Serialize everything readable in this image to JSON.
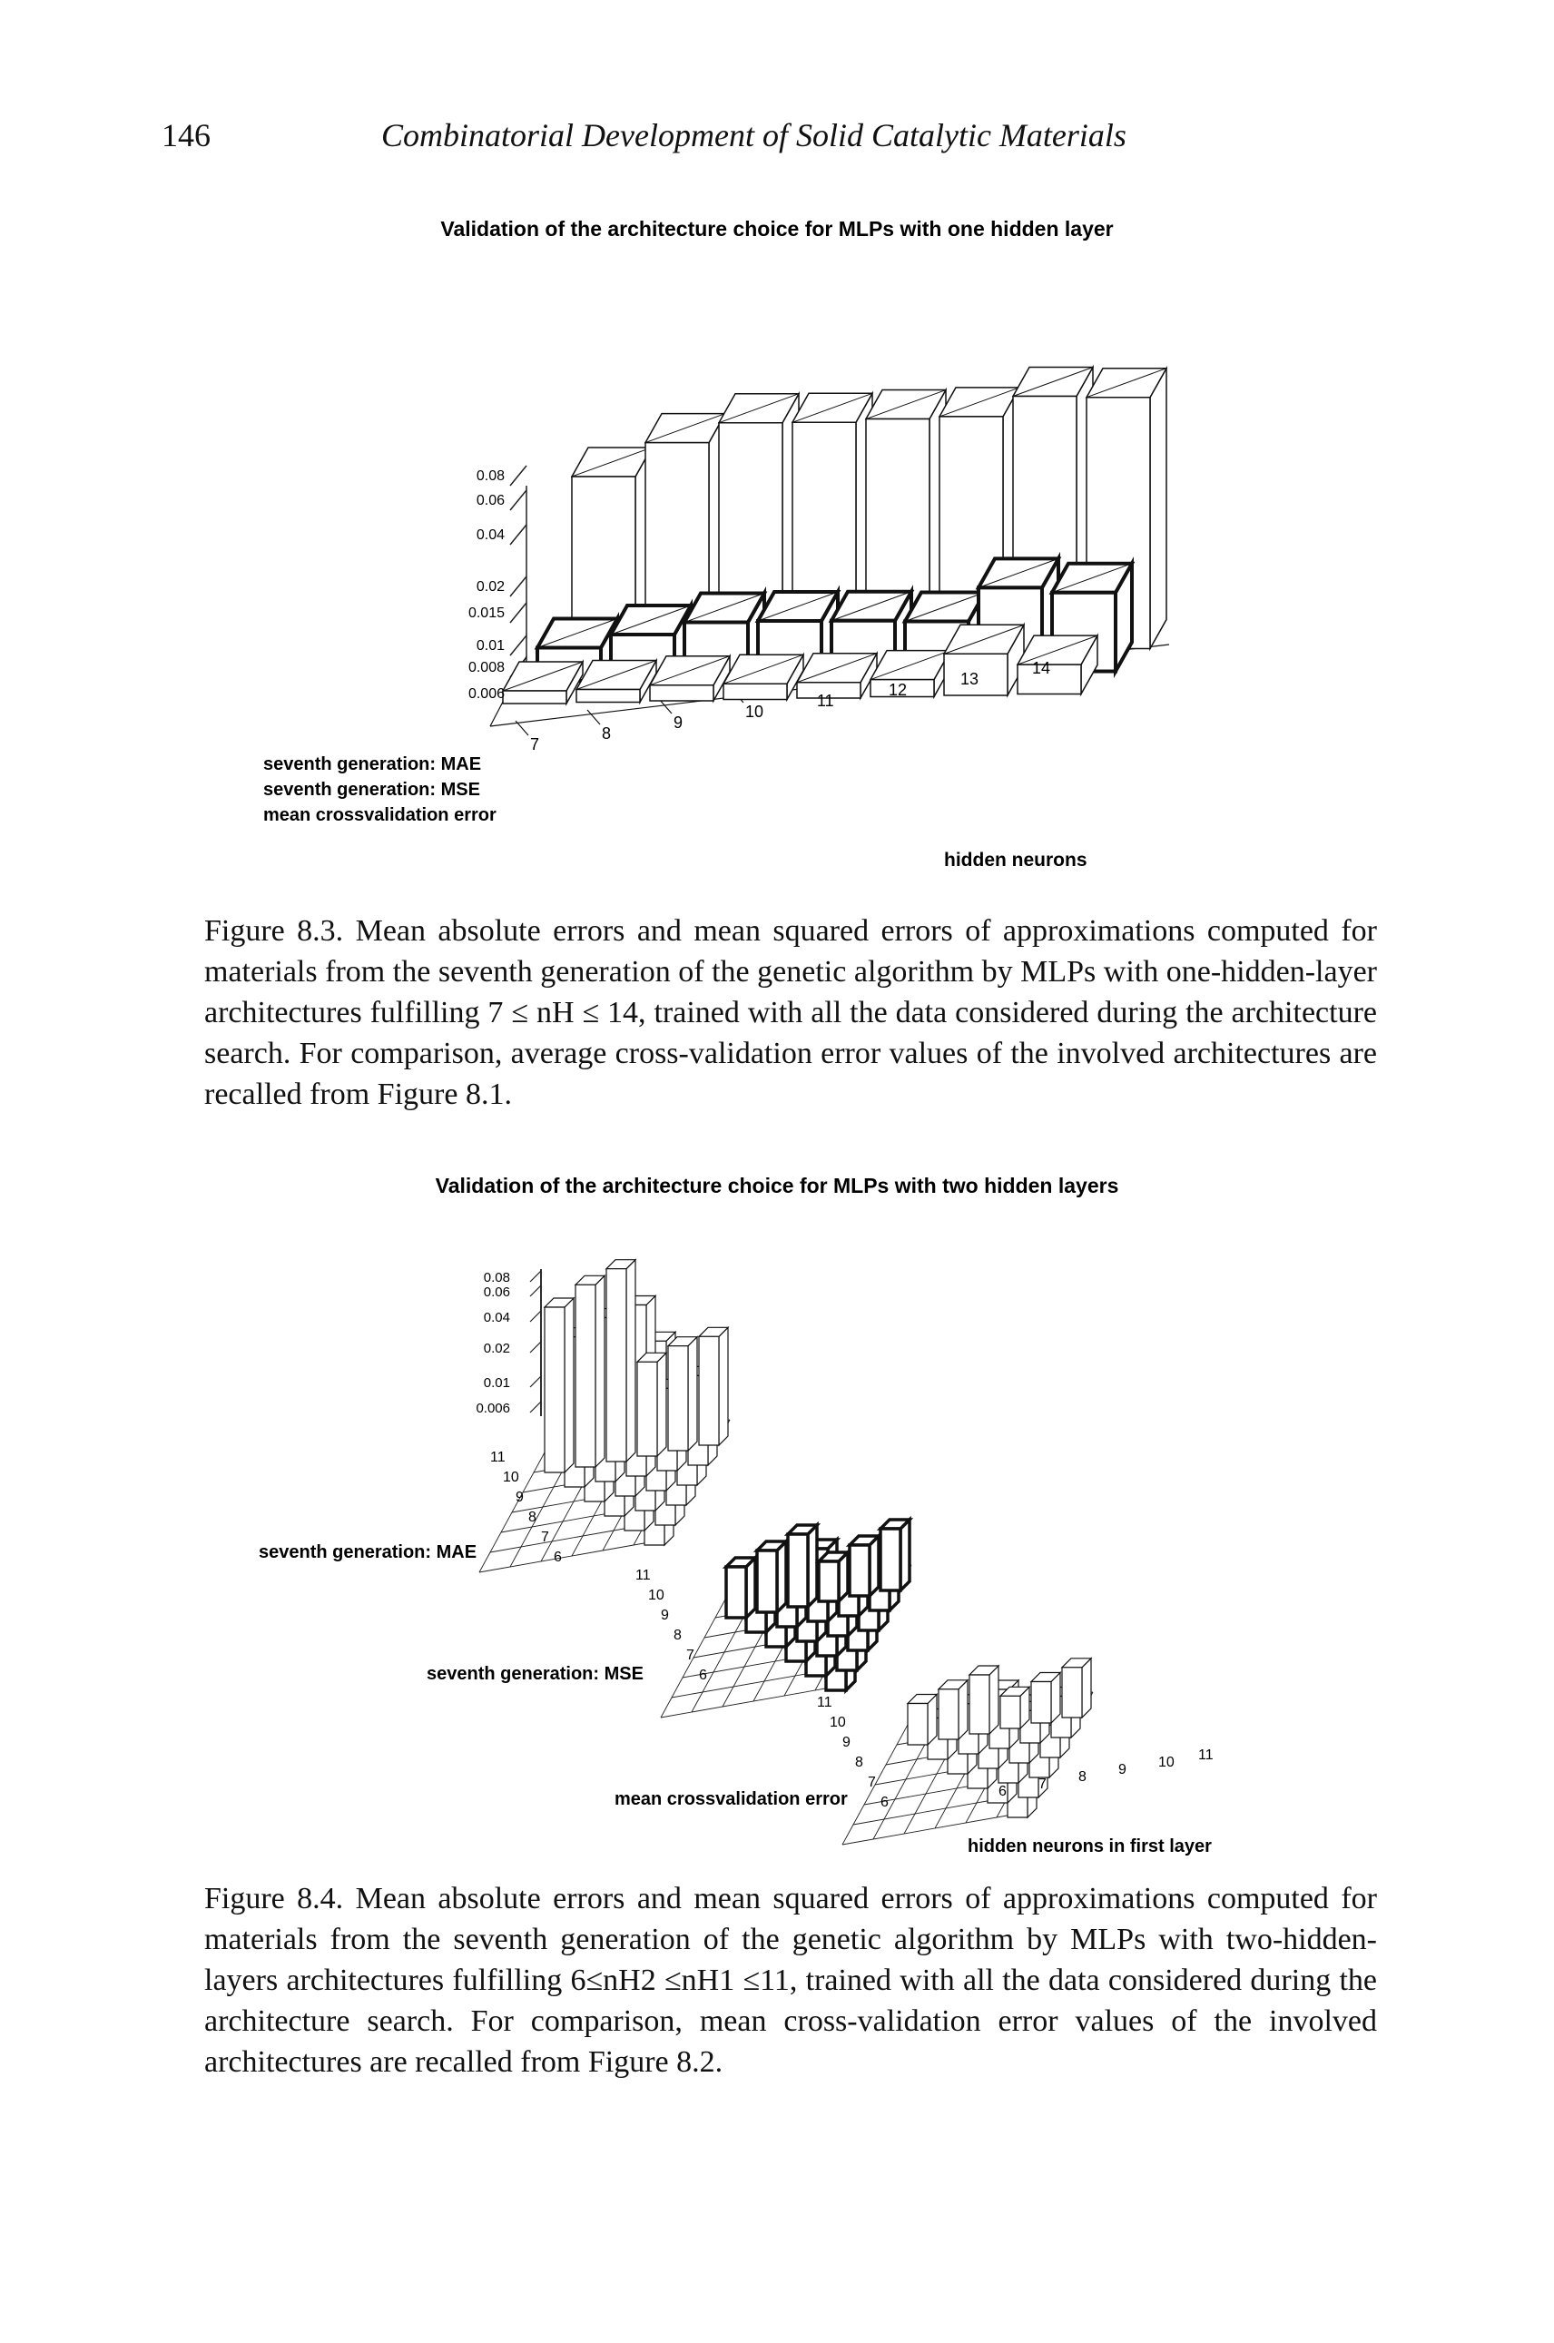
{
  "header": {
    "page_number": "146",
    "running_title": "Combinatorial Development of Solid Catalytic Materials"
  },
  "figure1": {
    "caption": "Figure 8.3. Mean absolute errors and mean squared errors of approximations computed for materials from the seventh generation of the genetic algorithm by MLPs with one-hidden-layer architectures fulfilling 7 ≤ nH ≤ 14, trained with all the data considered during the architecture search. For comparison, average cross-validation error values of the involved architectures are recalled from Figure 8.1."
  },
  "figure2": {
    "caption": "Figure 8.4. Mean absolute errors and mean squared errors of approximations computed for materials from the seventh generation of the genetic algorithm by MLPs with two-hidden-layers architectures fulfilling 6≤nH2 ≤nH1 ≤11, trained with all the data considered during the architecture search. For comparison, mean cross-validation error values of the involved architectures are recalled from Figure 8.2."
  },
  "chart_data": [
    {
      "type": "bar",
      "title": "Validation of the architecture choice for MLPs with one hidden layer",
      "xlabel": "hidden neurons",
      "categories": [
        "7",
        "8",
        "9",
        "10",
        "11",
        "12",
        "13",
        "14"
      ],
      "z_ticks": [
        "0.08",
        "0.06",
        "0.04",
        "0.02",
        "0.015",
        "0.01",
        "0.008",
        "0.006"
      ],
      "series": [
        {
          "name": "seventh generation: MAE",
          "values": [
            0.0075,
            0.0085,
            0.0095,
            0.0095,
            0.0094,
            0.0092,
            0.0135,
            0.0125
          ]
        },
        {
          "name": "seventh generation: MSE",
          "values": [
            0.0057,
            0.0058,
            0.0062,
            0.0062,
            0.0062,
            0.0063,
            0.0082,
            0.0072
          ]
        },
        {
          "name": "mean crossvalidation error",
          "values": [
            0.045,
            0.066,
            0.082,
            0.081,
            0.083,
            0.084,
            0.105,
            0.102
          ]
        }
      ]
    },
    {
      "type": "bar",
      "title": "Validation of the architecture choice for MLPs with two hidden layers",
      "xlabel": "hidden neurons in first layer",
      "z_ticks": [
        "0.08",
        "0.06",
        "0.04",
        "0.02",
        "0.01",
        "0.006"
      ],
      "first_layer_ticks": [
        "6",
        "7",
        "8",
        "9",
        "10",
        "11"
      ],
      "second_layer_ticks": [
        "11",
        "10",
        "9",
        "8",
        "7",
        "6"
      ],
      "groups": [
        {
          "name": "seventh generation: MAE",
          "level": "high"
        },
        {
          "name": "seventh generation: MSE",
          "level": "medium"
        },
        {
          "name": "mean crossvalidation error",
          "level": "low"
        }
      ]
    }
  ]
}
